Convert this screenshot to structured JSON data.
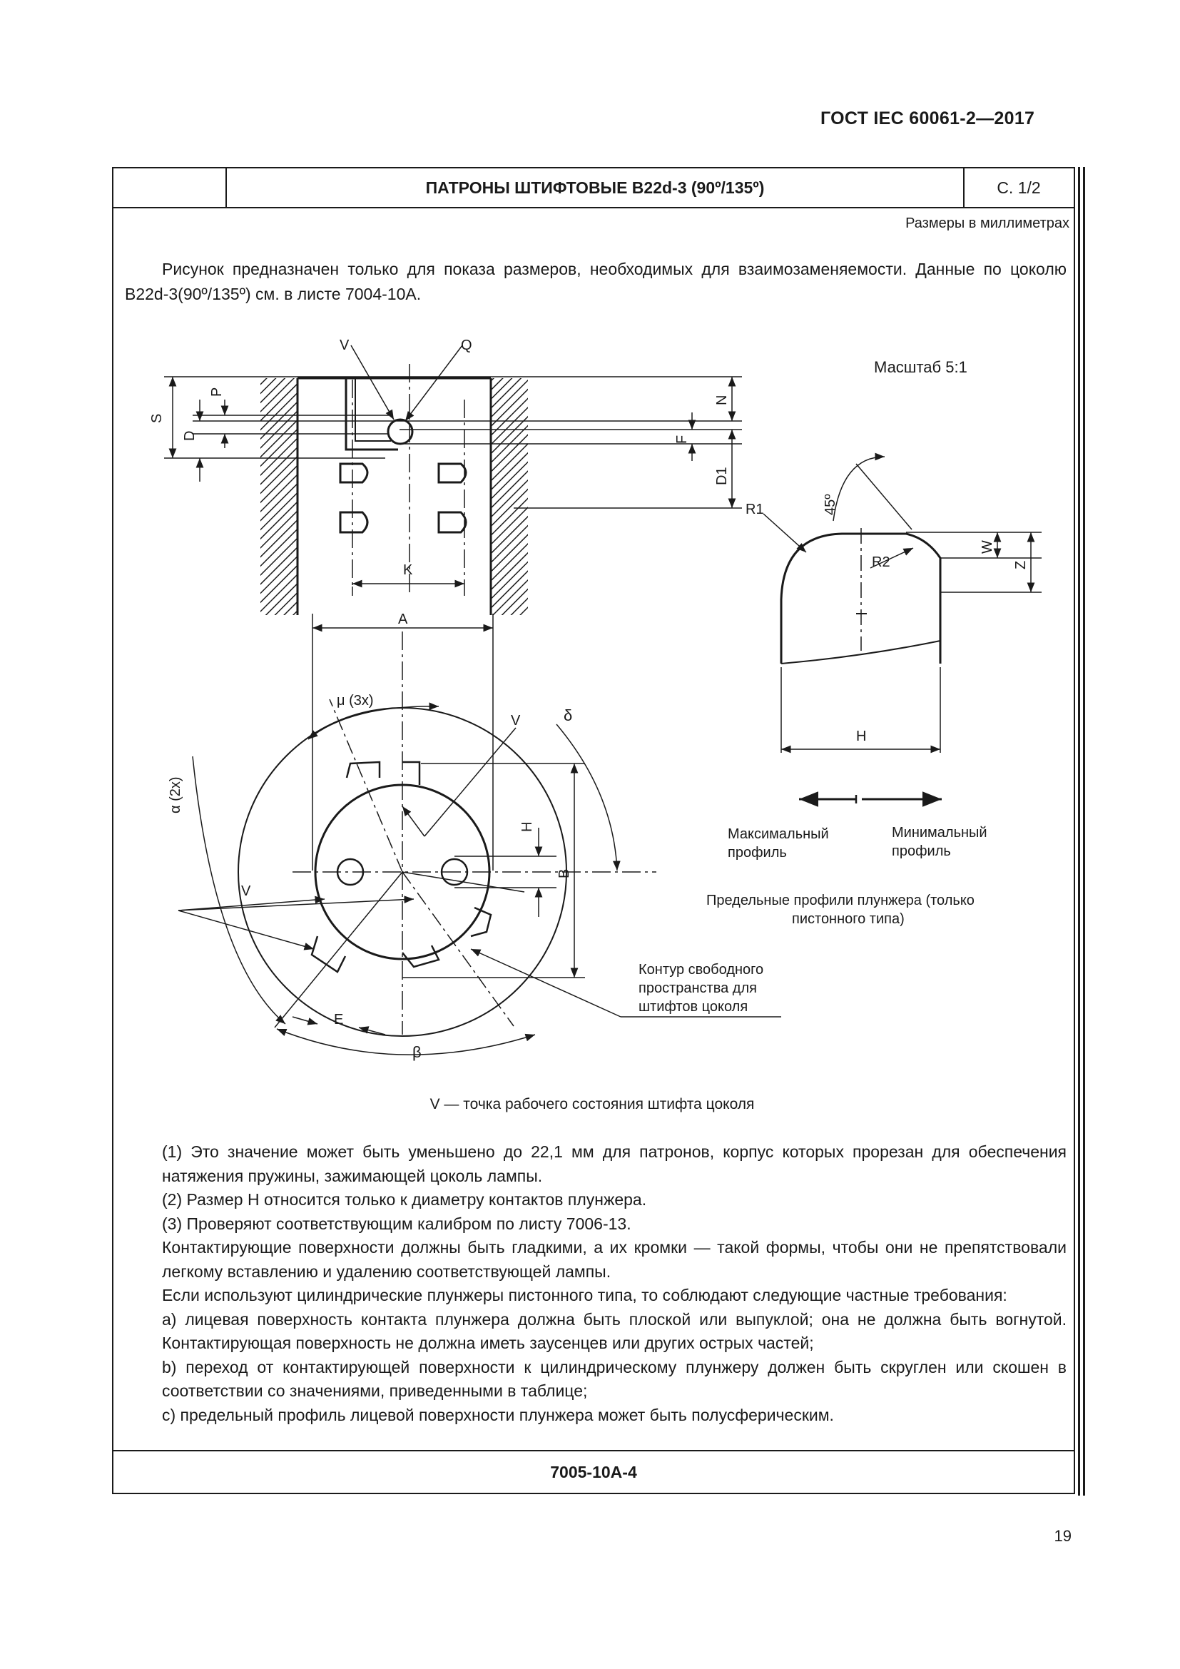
{
  "header": {
    "doc_id": "ГОСТ IEC 60061-2—2017",
    "title": "ПАТРОНЫ ШТИФТОВЫЕ B22d-3 (90º/135º)",
    "sheet": "С. 1/2"
  },
  "units_note": "Размеры в миллиметрах",
  "intro": "Рисунок предназначен только для показа размеров, необходимых для взаимозаменяемости. Данные по цоколю B22d-3(90º/135º) см. в листе 7004-10А.",
  "figure": {
    "scale": "Масштаб 5:1",
    "labels": {
      "V": "V",
      "Q": "Q",
      "S": "S",
      "P": "P",
      "D": "D",
      "N": "N",
      "F": "F",
      "D1": "D1",
      "K": "K",
      "A": "A",
      "mu": "μ (3x)",
      "delta": "δ",
      "alpha": "α (2x)",
      "H": "H",
      "B": "B",
      "E": "E",
      "beta": "β",
      "R1": "R1",
      "R2": "R2",
      "angle45": "45º",
      "W": "W",
      "Z": "Z"
    },
    "max_profile": [
      "Максимальный",
      "профиль"
    ],
    "min_profile": [
      "Минимальный",
      "профиль"
    ],
    "limit_profiles": [
      "Предельные  профили плунжера (только",
      "пистонного типа)"
    ],
    "free_space": [
      "Контур свободного",
      "пространства для",
      "штифтов цоколя"
    ]
  },
  "caption": "V — точка рабочего состояния штифта цоколя",
  "notes": [
    "(1) Это значение может быть уменьшено до 22,1 мм для патронов, корпус которых прорезан для обеспечения натяжения пружины, зажимающей цоколь лампы.",
    "(2) Размер H относится только к диаметру контактов плунжера.",
    "(3) Проверяют соответствующим калибром по листу 7006-13.",
    "Контактирующие поверхности должны быть гладкими, а их кромки — такой формы, чтобы они не препятствовали легкому вставлению и удалению соответствующей лампы.",
    "Если используют цилиндрические плунжеры пистонного типа, то соблюдают следующие частные требования:",
    "a) лицевая поверхность контакта плунжера должна быть плоской или выпуклой; она не должна быть вогнутой. Контактирующая поверхность не должна иметь заусенцев или других острых частей;",
    "b) переход от контактирующей поверхности к цилиндрическому плунжеру должен быть скруглен или скошен в соответствии со значениями, приведенными в таблице;",
    "c) предельный профиль лицевой поверхности плунжера может быть полусферическим."
  ],
  "footer_code": "7005-10А-4",
  "page_number": "19"
}
